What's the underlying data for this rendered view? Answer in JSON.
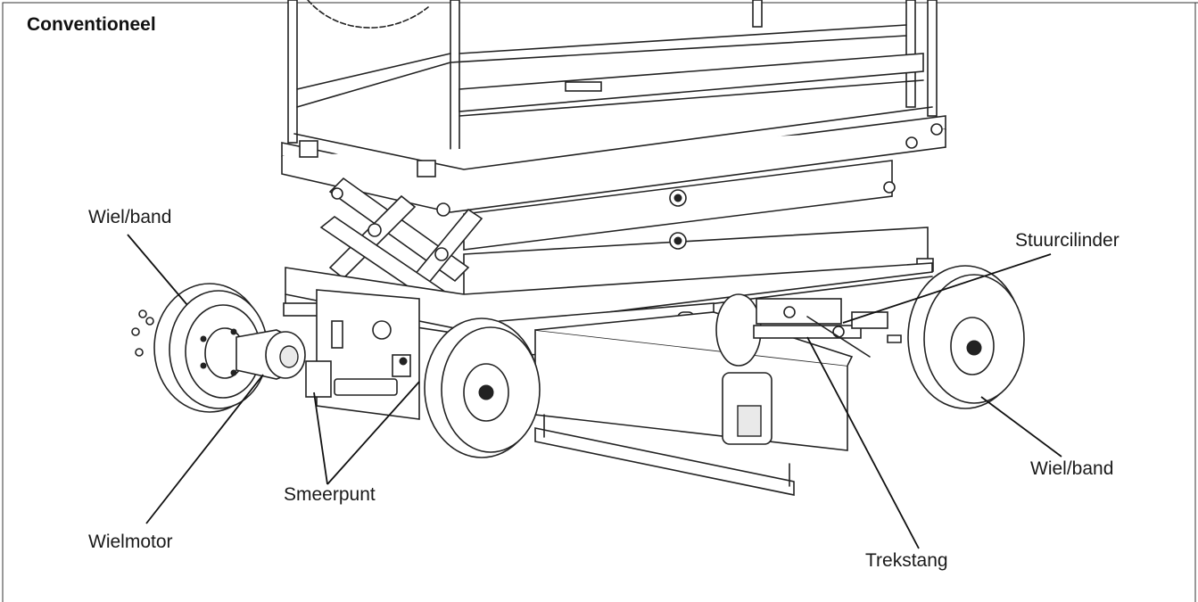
{
  "diagram": {
    "title": "Conventioneel",
    "labels": {
      "wheel_left": "Wiel/band",
      "steer_cylinder": "Stuurcilinder",
      "wheel_right": "Wiel/band",
      "grease_point": "Smeerpunt",
      "wheel_motor": "Wielmotor",
      "tie_rod": "Trekstang"
    }
  }
}
